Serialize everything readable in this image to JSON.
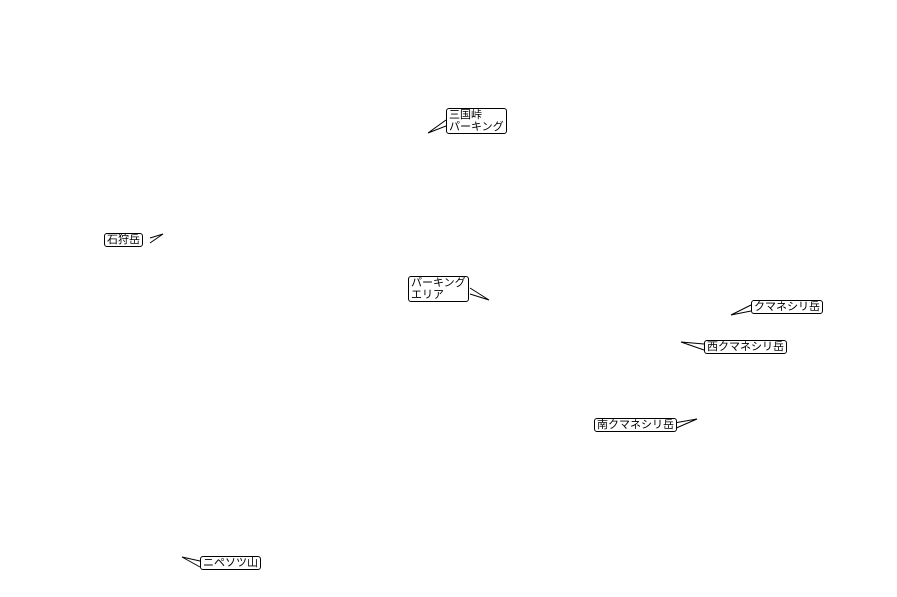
{
  "map": {
    "background": "#ffffff",
    "line_color": "#000000",
    "labels": [
      {
        "id": "mikuni-toge-parking",
        "lines": [
          "三国峠",
          "パーキング"
        ]
      },
      {
        "id": "ishikari-dake",
        "lines": [
          "石狩岳"
        ]
      },
      {
        "id": "parking-area",
        "lines": [
          "パーキング",
          "エリア"
        ]
      },
      {
        "id": "kumaneshiri-dake",
        "lines": [
          "クマネシリ岳"
        ]
      },
      {
        "id": "nishi-kumaneshiri-dake",
        "lines": [
          "西クマネシリ岳"
        ]
      },
      {
        "id": "minami-kumaneshiri-dake",
        "lines": [
          "南クマネシリ岳"
        ]
      },
      {
        "id": "nipesotsu-yama",
        "lines": [
          "ニペソツ山"
        ]
      }
    ]
  }
}
